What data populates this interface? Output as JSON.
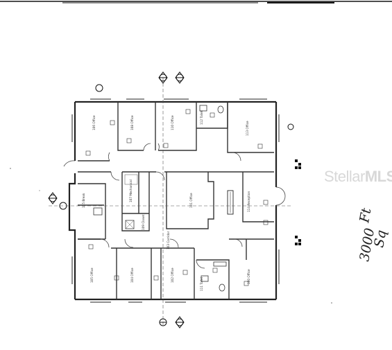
{
  "watermark": {
    "brand": "Stellar",
    "suffix": "MLS"
  },
  "handwritten_note": {
    "line1": "3000",
    "line2": "Ft",
    "line3": "Sq"
  },
  "rooms": [
    {
      "id": "r106",
      "number": "106",
      "name": "Office"
    },
    {
      "id": "r108",
      "number": "108",
      "name": "Office"
    },
    {
      "id": "r110",
      "number": "110",
      "name": "Office"
    },
    {
      "id": "r112",
      "number": "112",
      "name": "Toilet"
    },
    {
      "id": "r113",
      "number": "113",
      "name": "Office"
    },
    {
      "id": "r107",
      "number": "107",
      "name": "Mechanical"
    },
    {
      "id": "r101",
      "number": "101",
      "name": "Office"
    },
    {
      "id": "r114",
      "number": "114",
      "name": "Reception"
    },
    {
      "id": "r109",
      "number": "109",
      "name": "Closet"
    },
    {
      "id": "r103",
      "number": "103",
      "name": "Corridor"
    },
    {
      "id": "r105",
      "number": "105",
      "name": "Office"
    },
    {
      "id": "r104",
      "number": "104",
      "name": "Office"
    },
    {
      "id": "r102",
      "number": "102",
      "name": "Office"
    },
    {
      "id": "r111",
      "number": "111",
      "name": "Toilet"
    },
    {
      "id": "r100",
      "number": "100",
      "name": "Office"
    },
    {
      "id": "r115",
      "number": "115",
      "name": "Break"
    }
  ]
}
